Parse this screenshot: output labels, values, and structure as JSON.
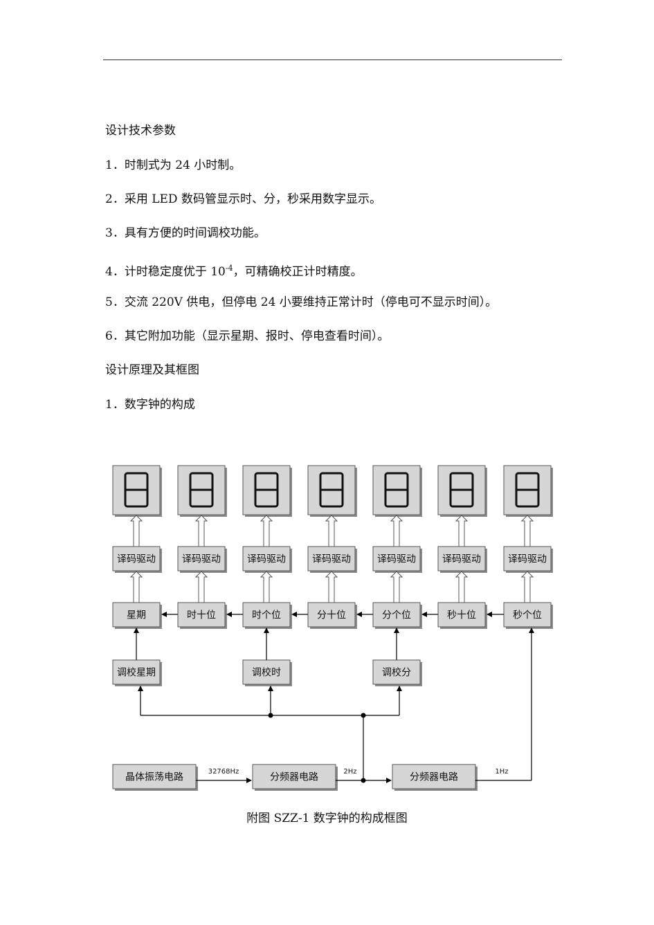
{
  "heading1": "设计技术参数",
  "items": [
    {
      "num": "1．",
      "text": "时制式为 24 小时制。"
    },
    {
      "num": "2．",
      "text": "采用 LED 数码管显示时、分，秒采用数字显示。"
    },
    {
      "num": "3．",
      "text": "具有方便的时间调校功能。"
    },
    {
      "num": "4．",
      "text_before": "计时稳定度优于 10",
      "sup": "-4",
      "text_after": "，可精确校正计时精度。"
    },
    {
      "num": "5．",
      "text": "交流 220V 供电，但停电 24 小要维持正常计时（停电可不显示时间）。"
    },
    {
      "num": "6．",
      "text": "其它附加功能（显示星期、报时、停电查看时间）。"
    }
  ],
  "heading2": "设计原理及其框图",
  "subitem": {
    "num": "1．",
    "text": "数字钟的构成"
  },
  "diagram": {
    "driver_label": "译码驱动",
    "counters": [
      "星期",
      "时十位",
      "时个位",
      "分十位",
      "分个位",
      "秒十位",
      "秒个位"
    ],
    "adjusters": [
      "调校星期",
      "调校时",
      "调校分"
    ],
    "oscillator": "晶体振荡电路",
    "divider": "分频器电路",
    "freq_32768": "32768Hz",
    "freq_2": "2Hz",
    "freq_1": "1Hz"
  },
  "caption": "附图  SZZ-1 数字钟的构成框图"
}
